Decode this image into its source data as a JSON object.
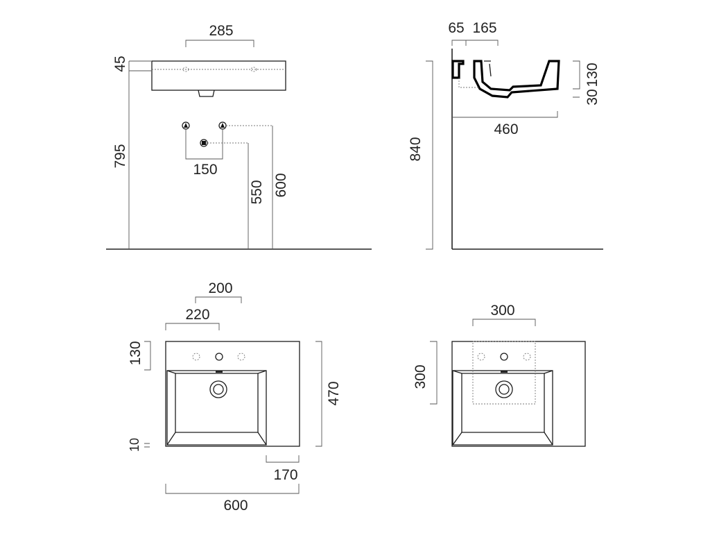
{
  "front_view": {
    "faucet_spacing": "285",
    "basin_thickness": "45",
    "rim_height": "795",
    "supply_spacing": "150",
    "drain_height": "550",
    "supply_height": "600"
  },
  "side_view": {
    "wall_offset": "65",
    "faucet_depth": "165",
    "rim_depth": "130",
    "bowl_step": "30",
    "projection": "460",
    "total_height": "840"
  },
  "top_view_left": {
    "spacing_a": "200",
    "spacing_b": "220",
    "deck_depth": "130",
    "total_depth": "470",
    "front_edge": "10",
    "bowl_offset": "170",
    "total_width": "600"
  },
  "top_view_right": {
    "cutout_width": "300",
    "cutout_depth": "300"
  }
}
